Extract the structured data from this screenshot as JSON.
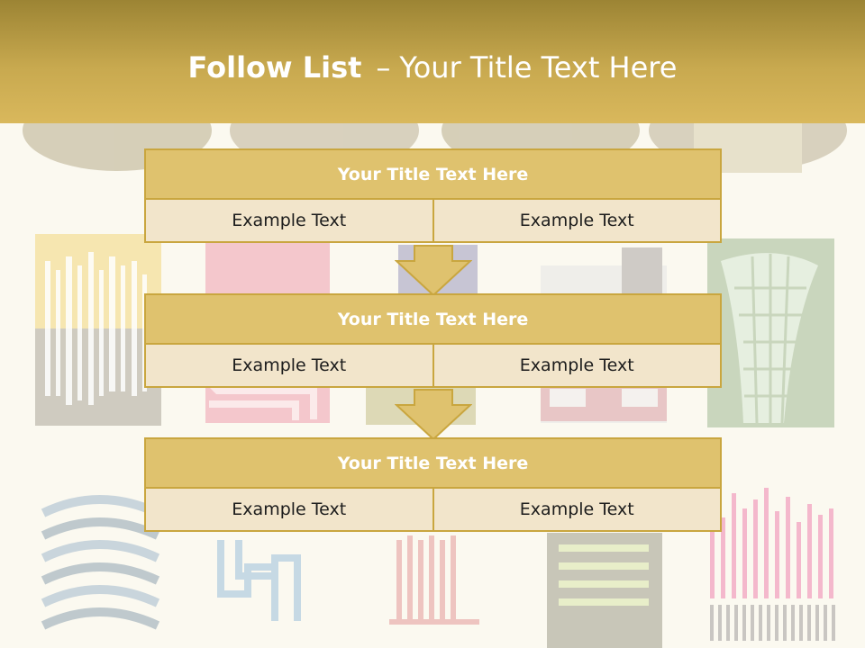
{
  "slide": {
    "title_bold": "Follow List",
    "title_separator": "–",
    "title_rest": "Your Title Text Here",
    "colors": {
      "header": "#c8a94f",
      "box_title_fill": "#dfc26e",
      "box_cell_fill": "#f2e5cb",
      "border": "#c9a63f",
      "background": "#fbf9f0"
    }
  },
  "steps": [
    {
      "title": "Your Title Text Here",
      "left": "Example Text",
      "right": "Example Text"
    },
    {
      "title": "Your Title Text Here",
      "left": "Example Text",
      "right": "Example Text"
    },
    {
      "title": "Your Title Text Here",
      "left": "Example Text",
      "right": "Example Text"
    }
  ],
  "connectors": [
    "down-arrow",
    "down-arrow"
  ]
}
